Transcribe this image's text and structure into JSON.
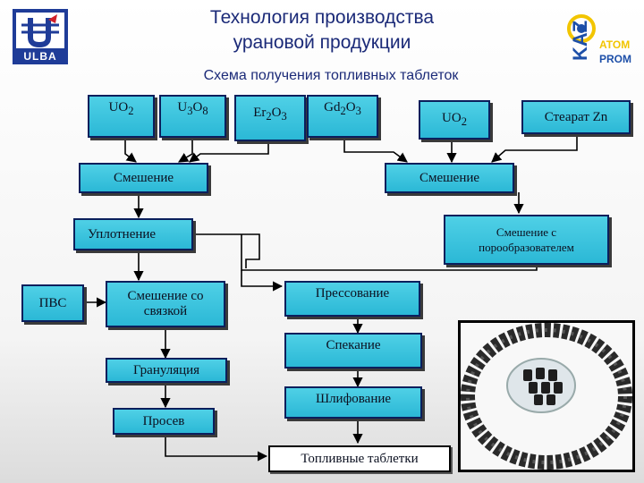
{
  "header": {
    "title_line1": "Технология производства",
    "title_line2": "урановой продукции",
    "subtitle": "Схема получения топливных таблеток"
  },
  "logos": {
    "ulba_text": "ULBA",
    "kaz_text_1": "KAZ",
    "kaz_text_2": "ATOM",
    "kaz_text_3": "PROM"
  },
  "inputs": {
    "uo2_a": {
      "base": "UO",
      "sub": "2"
    },
    "u3o8": {
      "b1": "U",
      "s1": "3",
      "b2": "O",
      "s2": "8"
    },
    "er2o3": {
      "b1": "Er",
      "s1": "2",
      "b2": "O",
      "s2": "3"
    },
    "gd2o3": {
      "b1": "Gd",
      "s1": "2",
      "b2": "O",
      "s2": "3"
    },
    "uo2_b": {
      "base": "UO",
      "sub": "2"
    },
    "stearate": "Стеарат Zn"
  },
  "steps": {
    "mix_left": "Смешение",
    "mix_right": "Смешение",
    "compaction": "Уплотнение",
    "mix_pore_line1": "Смешение с",
    "mix_pore_line2": "порообразователем",
    "pvs": "ПВС",
    "mix_binder_line1": "Смешение со",
    "mix_binder_line2": "связкой",
    "pressing": "Прессование",
    "sintering": "Спекание",
    "granulation": "Грануляция",
    "grinding": "Шлифование",
    "sieving": "Просев",
    "final": "Топливные таблетки"
  },
  "colors": {
    "box_fill": "#2bb8d6",
    "box_border": "#0b1f5c",
    "title_color": "#1b2a78",
    "ulba_blue": "#1f3c98",
    "kaz_blue": "#1d4fa8",
    "kaz_yellow": "#f2c500"
  }
}
